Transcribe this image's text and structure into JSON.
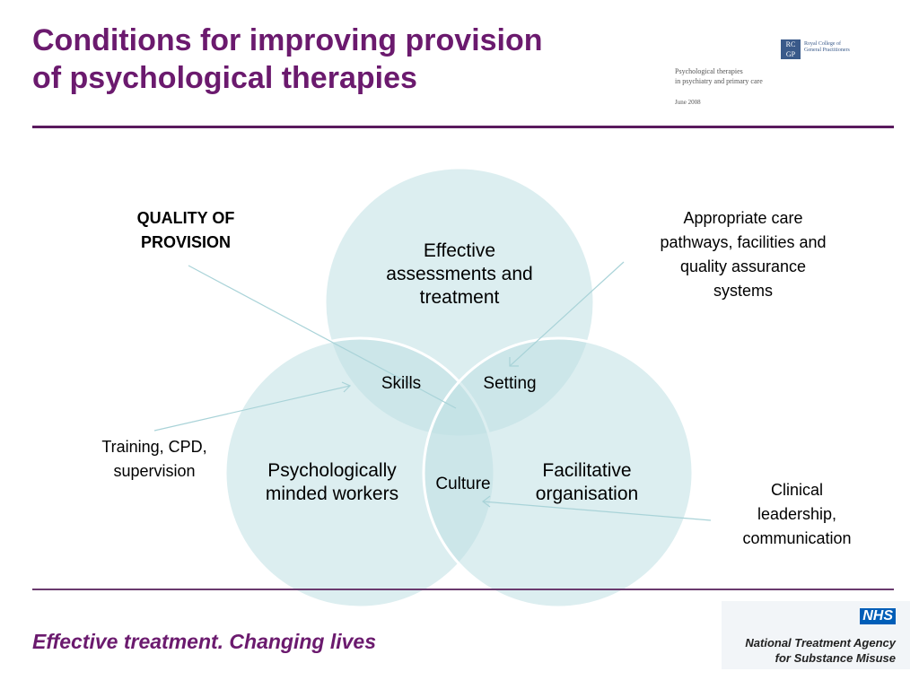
{
  "title": {
    "lines": [
      "Conditions for improving provision",
      "of psychological therapies"
    ]
  },
  "report": {
    "logo_letters": [
      "RC",
      "GP"
    ],
    "org_lines": [
      "Royal College of",
      "General Practitioners"
    ],
    "subtitle_lines": [
      "Psychological therapies",
      "in psychiatry and primary care"
    ],
    "date": "June 2008"
  },
  "diagram": {
    "circles": [
      {
        "id": "top",
        "label_lines": [
          "Effective",
          "assessments and",
          "treatment"
        ]
      },
      {
        "id": "left",
        "label_lines": [
          "Psychologically",
          "minded workers"
        ]
      },
      {
        "id": "right",
        "label_lines": [
          "Facilitative",
          "organisation"
        ]
      }
    ],
    "overlaps": {
      "top_left": "Skills",
      "top_right": "Setting",
      "left_right": "Culture"
    },
    "callouts": {
      "quality": [
        "QUALITY OF",
        "PROVISION"
      ],
      "care_pathways": [
        "Appropriate care",
        "pathways, facilities and",
        "quality assurance",
        "systems"
      ],
      "training": [
        "Training, CPD,",
        "supervision"
      ],
      "leadership": [
        "Clinical",
        "leadership,",
        "communication"
      ]
    },
    "colors": {
      "circle_fill": "#bfe0e4",
      "circle_stroke": "#ffffff",
      "arrow": "#a9d3d8"
    }
  },
  "footer": {
    "slogan": "Effective treatment. Changing lives",
    "nhs": "NHS",
    "agency_lines": [
      "National Treatment Agency",
      "for Substance Misuse"
    ]
  },
  "colors": {
    "title": "#6b1a6e",
    "rule": "#5a1a5e",
    "nhs_blue": "#005eb8"
  }
}
